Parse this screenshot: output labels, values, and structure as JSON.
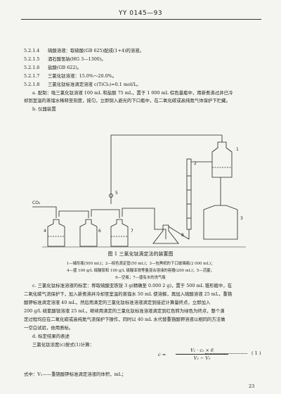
{
  "header": {
    "doc_code": "YY 0145—93"
  },
  "items": [
    {
      "num": "5.2.1.4",
      "text": "硫酸溶液：取硫酸(GB 625)配成(1+4)的溶液。"
    },
    {
      "num": "5.2.1.5",
      "text": "酒石酸氢钠(HG 3—1300)。"
    },
    {
      "num": "5.2.1.6",
      "text": "盐酸(GB 622)。"
    },
    {
      "num": "5.2.1.7",
      "text": "三氯化钛溶液：15.0%～20.0%。"
    },
    {
      "num": "5.2.1.8",
      "text": "三氯化钛标准滴定溶液 c(TiCl₃)=0.1 mol/L。"
    }
  ],
  "para_a": {
    "line1": "a.   配制：吸三氯化钛溶液 100 mL 和盐酸 75 mL，置于 1 000 mL 棕色量瓶中，用新煮沸过并已冷",
    "line2": "却到室温的蒸馏水稀释至刻度，摇匀，立即倒入避光的下口瓶中，在二氧化碳或高纯氮气体保护下贮藏。"
  },
  "para_b": "b.   仪器装置",
  "diagram_labels": {
    "co2": "CO₂",
    "n1": "1",
    "n2": "2",
    "n3": "3",
    "n4": "4",
    "n5": "5",
    "n6": "6",
    "n7": "7",
    "n8": "8"
  },
  "figure": {
    "caption": "图 1   三氯化钛滴定法的装置图",
    "legend1": "1—储形瓶(500 mL)；2—棕色滴定管(50 mL)；3—包黑纸的下口玻璃瓶(2 000 mL)；",
    "legend2": "4—盛 100 g/L 硫酸铵和 100 g/L 硫酸亚铁等量混合溶液的容器(200 mL)；5—活塞；",
    "legend3": "6—空瓶；7—盛有水的洗气瓶"
  },
  "para_c": {
    "line1": "c.   三氯化钛标准溶液的标定：称取硫酸亚铁铵 3 g(精确至 0.000 2 g)，置于 500 mL 锥形瓶中，在",
    "line2": "二氧化碳气流保护下，加入新煮沸并冷却至室温的蒸馏水 50 mL 使溶解，再加入硫酸溶液 25 mL，重铬",
    "line3": "酸钾标准滴定溶液 40 mL，然后用滴定的三氯化钛标准溶液滴定到接近计算量终点，立即加入",
    "line4": "200 g/L 硫氰酸铵溶液 25 mL，继续用滴定的三氯化钛标准溶液滴定到红色转为绿色为终点，整个滴",
    "line5": "定过程均应在二氧化碳或高纯氮气流保护下操作，同时以 40 mL 水代替重铬酸钾溶液以相同的方法做",
    "line6": "一空白试验，依用质标。"
  },
  "para_d": {
    "line1": "d.   标定结果的表述",
    "line2": "三氯化钛浓度(c)按式(1)计算："
  },
  "formula": {
    "lhs": "c =",
    "numerator": "V₁ · c₁ × 6",
    "denominator": "V₂ − V₀",
    "eq_number": "( 1 )"
  },
  "footnote": "式中：V₁——重铬酸钾标准滴定溶液的体积，mL；",
  "page_number": "23"
}
